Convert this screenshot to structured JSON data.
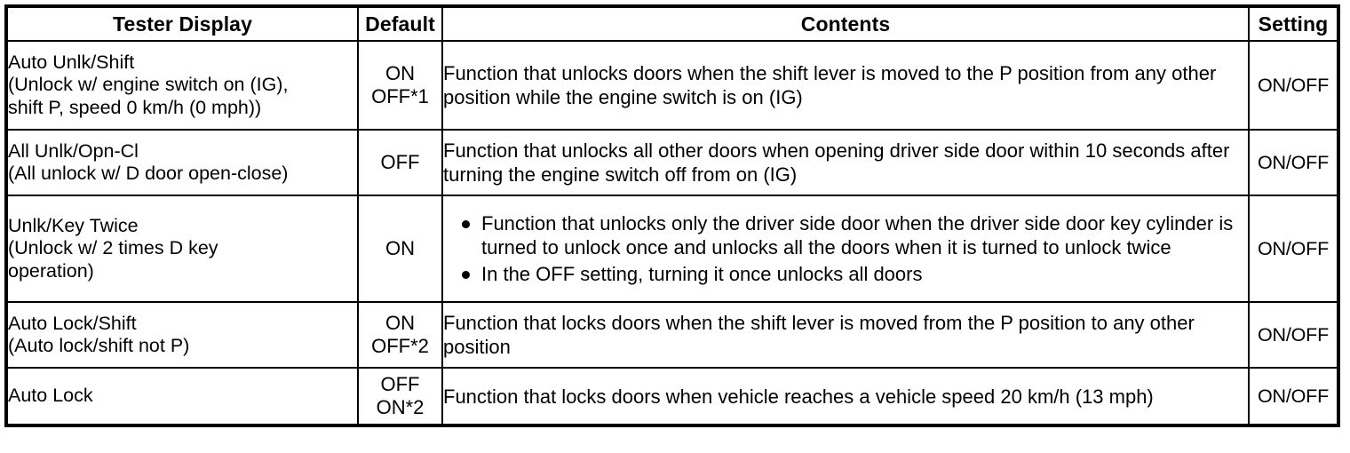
{
  "table": {
    "headers": {
      "tester_display": "Tester Display",
      "default": "Default",
      "contents": "Contents",
      "setting": "Setting"
    },
    "rows": [
      {
        "name_line1": "Auto Unlk/Shift",
        "name_line2": "(Unlock w/ engine switch on (IG),",
        "name_line3": "shift P, speed 0 km/h (0 mph))",
        "default": "ON\nOFF*1",
        "contents": "Function that unlocks doors when the shift lever is moved to the P position from any other position while the engine switch is on (IG)",
        "setting": "ON/OFF"
      },
      {
        "name_line1": "All Unlk/Opn-Cl",
        "name_line2": "(All unlock w/ D door open-close)",
        "name_line3": "",
        "default": "OFF",
        "contents": "Function that unlocks all other doors when opening driver side door within 10 seconds after turning the engine switch off from on (IG)",
        "setting": "ON/OFF"
      },
      {
        "name_line1": "Unlk/Key Twice",
        "name_line2": "(Unlock w/ 2 times D key",
        "name_line3": "operation)",
        "default": "ON",
        "contents_bullets": [
          "Function that unlocks only the driver side door when the driver side door key cylinder is turned to unlock once and unlocks all the doors when it is turned to unlock twice",
          "In the OFF setting, turning it once unlocks all doors"
        ],
        "setting": "ON/OFF"
      },
      {
        "name_line1": "Auto Lock/Shift",
        "name_line2": "(Auto lock/shift not P)",
        "name_line3": "",
        "default": "ON\nOFF*2",
        "contents": "Function that locks doors when the shift lever is moved from the P position to any other position",
        "setting": "ON/OFF"
      },
      {
        "name_line1": "Auto Lock",
        "name_line2": "",
        "name_line3": "",
        "default": "OFF\nON*2",
        "contents": "Function that locks doors when vehicle reaches a vehicle speed 20 km/h (13 mph)",
        "setting": "ON/OFF"
      }
    ]
  }
}
